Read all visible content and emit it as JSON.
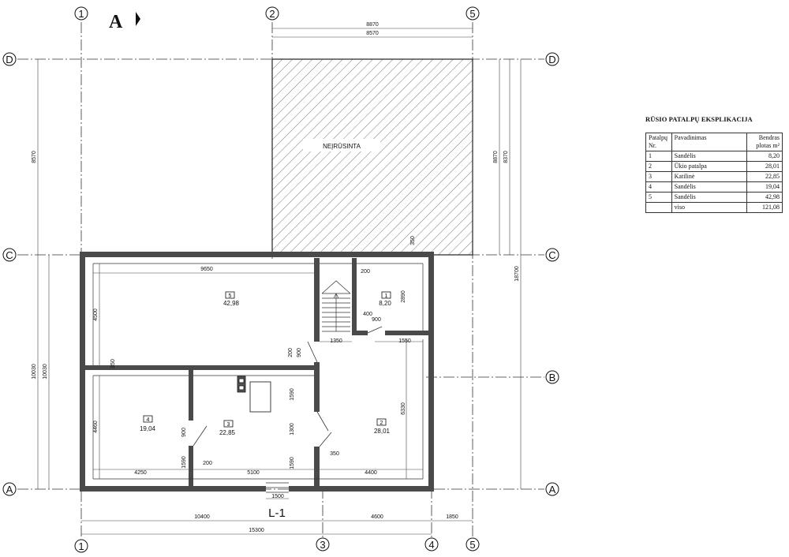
{
  "axes": {
    "d": "D",
    "c": "C",
    "b": "B",
    "a": "A",
    "n1": "1",
    "n2": "2",
    "n3": "3",
    "n4": "4",
    "n5": "5"
  },
  "section_mark": "A",
  "plan_label": "L-1",
  "unbuilt_label": "NEĮRŪSINTA",
  "dimensions": {
    "top_outer": "8870",
    "top_inner": "8570",
    "left_upper": "8570",
    "left_total": "10030",
    "left_total2": "10030",
    "right_upper": "8870",
    "right_upper2": "8370",
    "right_total": "18700",
    "room5_width": "9650",
    "room5_height": "4500",
    "stair_top": "200",
    "room1_height": "2890",
    "wall_350": "350",
    "small_400": "400",
    "door_900_a": "900",
    "dim_1350": "1350",
    "dim_1550": "1550",
    "dim_200_a": "200",
    "dim_900_b": "900",
    "dim_350_b": "350",
    "room4_height": "4460",
    "room2_height": "6330",
    "dim_1590_a": "1590",
    "dim_1300": "1300",
    "dim_1590_b": "1590",
    "dim_900_c": "900",
    "dim_1590_c": "1590",
    "dim_200_b": "200",
    "dim_350_c": "350",
    "room4_width": "4250",
    "room3_width": "5100",
    "room2_width": "4400",
    "entrance": "1500",
    "bottom_10400": "10400",
    "bottom_4600": "4600",
    "bottom_1850": "1850",
    "bottom_total": "15300"
  },
  "rooms": [
    {
      "nr": "5",
      "area": "42,98"
    },
    {
      "nr": "1",
      "area": "8,20"
    },
    {
      "nr": "4",
      "area": "19,04"
    },
    {
      "nr": "3",
      "area": "22,85"
    },
    {
      "nr": "2",
      "area": "28,01"
    }
  ],
  "table": {
    "title": "RŪSIO PATALPŲ EKSPLIKACIJA",
    "headers": {
      "nr": "Patalpų Nr.",
      "name": "Pavadinimas",
      "area": "Bendras plotas m²"
    },
    "rows": [
      {
        "nr": "1",
        "name": "Sandėlis",
        "area": "8,20"
      },
      {
        "nr": "2",
        "name": "Ūkio patalpa",
        "area": "28,01"
      },
      {
        "nr": "3",
        "name": "Katilinė",
        "area": "22,85"
      },
      {
        "nr": "4",
        "name": "Sandėlis",
        "area": "19,04"
      },
      {
        "nr": "5",
        "name": "Sandėlis",
        "area": "42,98"
      },
      {
        "nr": "",
        "name": "viso",
        "area": "121,08"
      }
    ]
  }
}
